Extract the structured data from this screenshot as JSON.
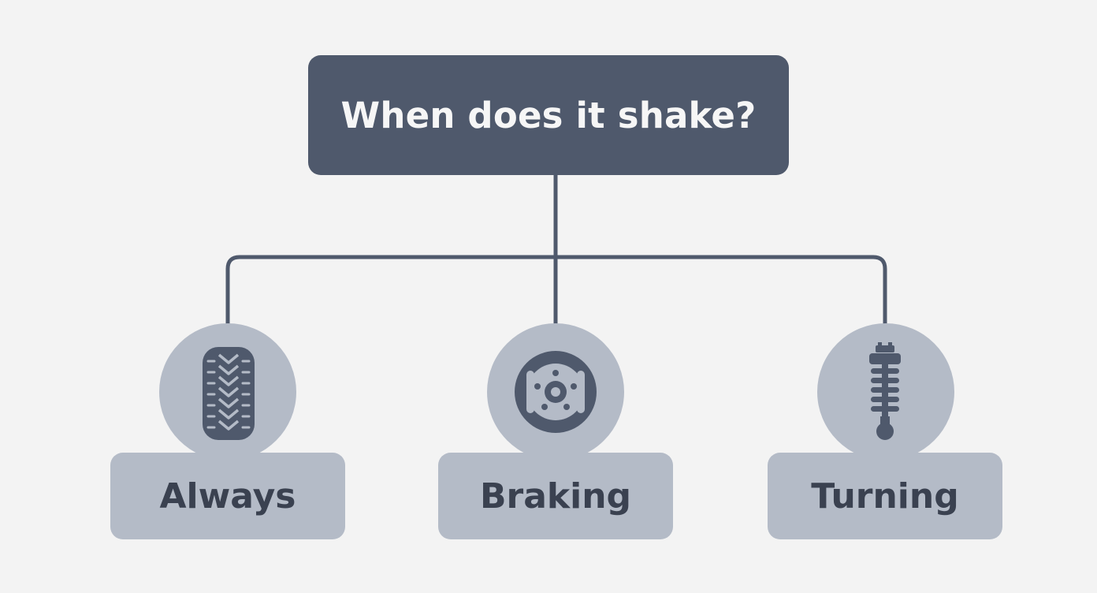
{
  "root": {
    "label": "When does it shake?"
  },
  "branches": [
    {
      "label": "Always",
      "icon": "tire-icon"
    },
    {
      "label": "Braking",
      "icon": "brake-disc-icon"
    },
    {
      "label": "Turning",
      "icon": "shock-absorber-icon"
    }
  ],
  "colors": {
    "background": "#f3f3f3",
    "root_fill": "#4f596c",
    "node_fill": "#b4bbc7",
    "connector": "#4f596c",
    "icon": "#4f596c",
    "node_text": "#3a4150"
  }
}
